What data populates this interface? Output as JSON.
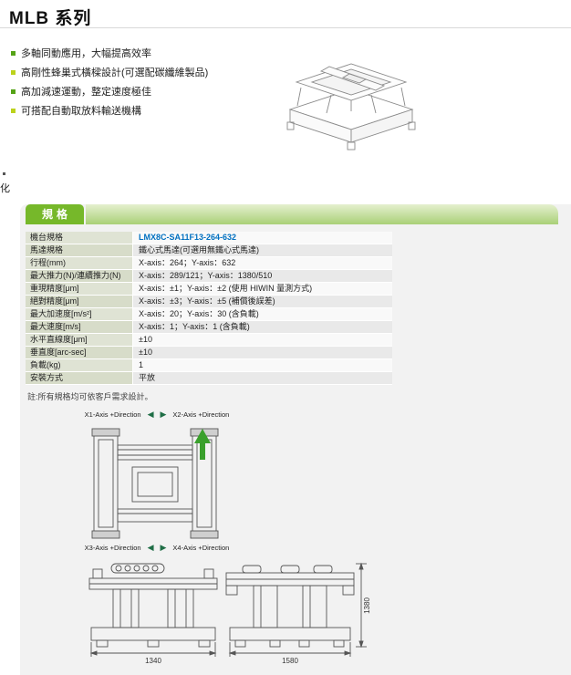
{
  "page": {
    "title": "MLB 系列",
    "stray_text": "化"
  },
  "colors": {
    "brand_green": "#76b82a",
    "tab_strip_green": "#a9d077",
    "value_blue": "#0070c0",
    "bullet_green": "#55a317",
    "bullet_yellow": "#bcd21c",
    "arrow_green": "#3aa02c"
  },
  "icons": {
    "arrow_left": "◀",
    "arrow_right": "▶"
  },
  "features": [
    "多軸同動應用，大幅提高效率",
    "高剛性蜂巢式橫樑設計(可選配碳纖維製品)",
    "高加減速運動，整定速度極佳",
    "可搭配自動取放料輸送機構"
  ],
  "spec_panel": {
    "tab_label": "規格",
    "rows": [
      {
        "label": "機台規格",
        "value": "LMX8C-SA11F13-264-632"
      },
      {
        "label": "馬達規格",
        "value": "鐵心式馬達(可選用無鐵心式馬達)"
      },
      {
        "label": "行程(mm)",
        "value": "X-axis：264；Y-axis：632"
      },
      {
        "label": "最大推力(N)/連續推力(N)",
        "value": "X-axis：289/121；Y-axis：1380/510"
      },
      {
        "label": "重現精度[μm]",
        "value": "X-axis：±1；Y-axis：±2 (使用 HIWIN 量測方式)"
      },
      {
        "label": "絕對精度[μm]",
        "value": "X-axis：±3；Y-axis：±5 (補償後誤差)"
      },
      {
        "label": "最大加速度[m/s²]",
        "value": "X-axis：20；Y-axis：30 (含負載)"
      },
      {
        "label": "最大速度[m/s]",
        "value": "X-axis：1；Y-axis：1 (含負載)"
      },
      {
        "label": "水平直線度[μm]",
        "value": "±10"
      },
      {
        "label": "垂直度[arc-sec]",
        "value": "±10"
      },
      {
        "label": "負載(kg)",
        "value": "1"
      },
      {
        "label": "安裝方式",
        "value": "平放"
      }
    ],
    "note": "註:所有規格均可依客戶需求設計。"
  },
  "diagrams": {
    "top": {
      "left_label": "X1-Axis +Direction",
      "right_label": "X2-Axis +Direction"
    },
    "bottom": {
      "left_label": "X3-Axis +Direction",
      "right_label": "X4-Axis +Direction"
    },
    "front_view": {
      "width_dim": "1340"
    },
    "side_view": {
      "width_dim": "1580",
      "height_dim": "1380"
    }
  }
}
